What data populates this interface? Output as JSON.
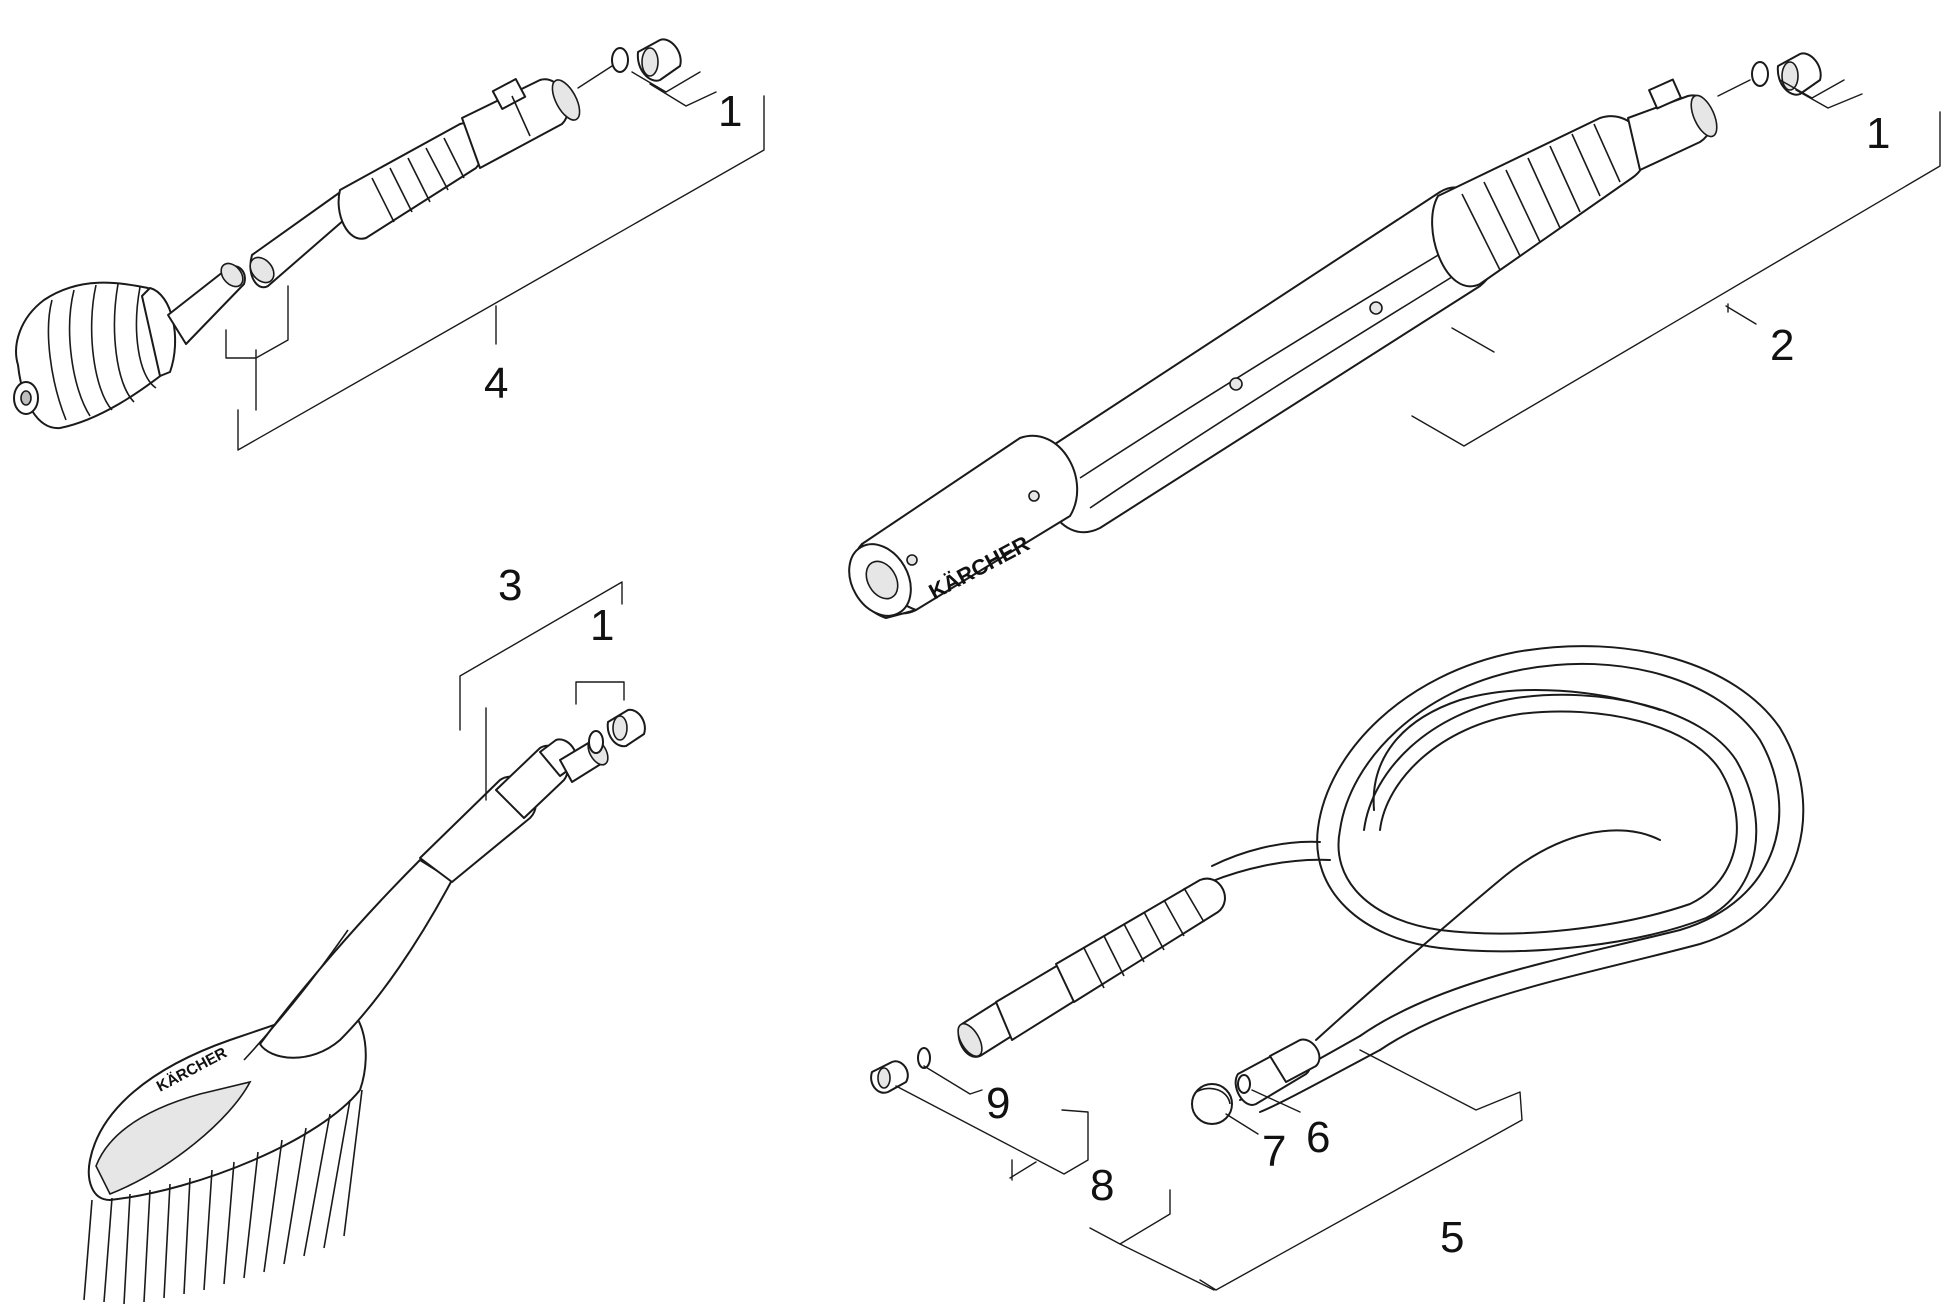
{
  "brand_text": "KÄRCHER",
  "callouts": [
    {
      "id": "c1a",
      "label": "1"
    },
    {
      "id": "c1b",
      "label": "1"
    },
    {
      "id": "c1c",
      "label": "1"
    },
    {
      "id": "c2",
      "label": "2"
    },
    {
      "id": "c3",
      "label": "3"
    },
    {
      "id": "c4",
      "label": "4"
    },
    {
      "id": "c5",
      "label": "5"
    },
    {
      "id": "c6",
      "label": "6"
    },
    {
      "id": "c7",
      "label": "7"
    },
    {
      "id": "c8",
      "label": "8"
    },
    {
      "id": "c9",
      "label": "9"
    }
  ]
}
